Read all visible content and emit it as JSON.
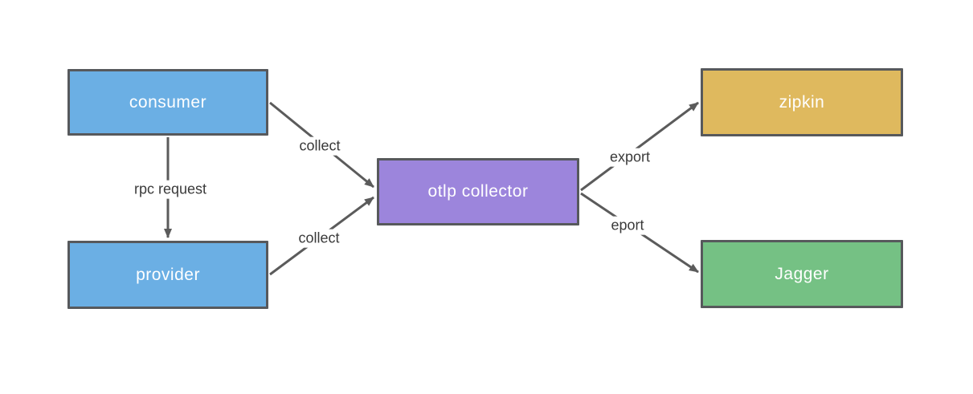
{
  "diagram": {
    "background": "#ffffff",
    "arrow_color": "#5b5b5b",
    "node_border_color": "#57595c",
    "node_text_color": "#ffffff",
    "edge_label_color": "#3a3a3a",
    "nodes": [
      {
        "id": "consumer",
        "label": "consumer",
        "fill": "#6bafe4"
      },
      {
        "id": "provider",
        "label": "provider",
        "fill": "#6bafe4"
      },
      {
        "id": "otlp-collector",
        "label": "otlp collector",
        "fill": "#9c85dc"
      },
      {
        "id": "zipkin",
        "label": "zipkin",
        "fill": "#dfb95e"
      },
      {
        "id": "jagger",
        "label": "Jagger",
        "fill": "#75c184"
      }
    ],
    "edges": [
      {
        "id": "rpc-request",
        "from": "consumer",
        "to": "provider",
        "label": "rpc request"
      },
      {
        "id": "collect-consumer",
        "from": "consumer",
        "to": "otlp-collector",
        "label": "collect"
      },
      {
        "id": "collect-provider",
        "from": "provider",
        "to": "otlp-collector",
        "label": "collect"
      },
      {
        "id": "export-zipkin",
        "from": "otlp-collector",
        "to": "zipkin",
        "label": "export"
      },
      {
        "id": "export-jagger",
        "from": "otlp-collector",
        "to": "jagger",
        "label": "eport"
      }
    ]
  }
}
